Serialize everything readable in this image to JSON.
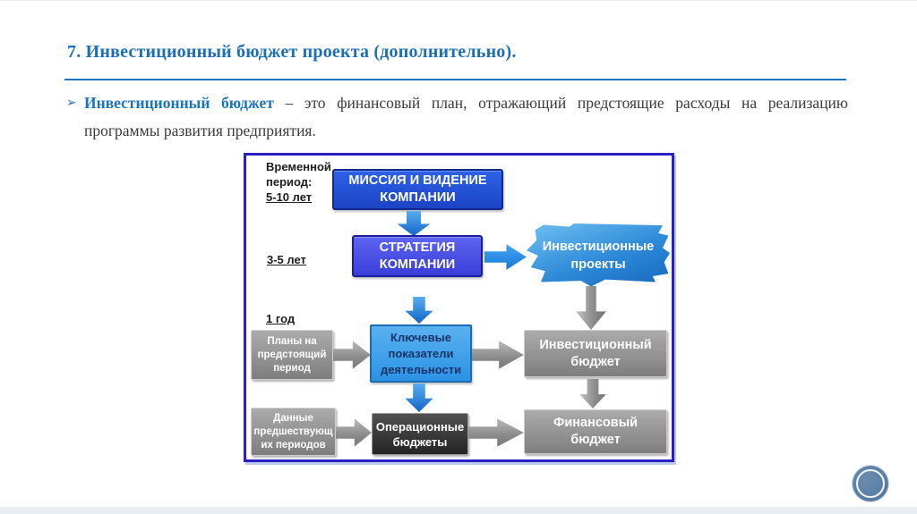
{
  "slide": {
    "title": "7. Инвестиционный бюджет проекта (дополнительно).",
    "bullet_glyph": "➢",
    "paragraph": {
      "term": "Инвестиционный бюджет",
      "rest": "– это финансовый план, отражающий предстоящие расходы на реализацию программы развития предприятия."
    }
  },
  "diagram": {
    "timeline": {
      "period_label": "Временной период:",
      "period_value": "5-10 лет",
      "mid_value": "3-5 лет",
      "year_value": "1 год"
    },
    "nodes": {
      "mission": "МИССИЯ И ВИДЕНИЕ КОМПАНИИ",
      "strategy": "СТРАТЕГИЯ КОМПАНИИ",
      "invest_projects": "Инвестиционные проекты",
      "plans": "Планы на предстоящий период",
      "kpi": "Ключевые показатели деятельности",
      "invest_budget": "Инвестиционный бюджет",
      "previous_data": "Данные предшествующ их периодов",
      "operational_budgets": "Операционные бюджеты",
      "financial_budget": "Финансовый бюджет"
    }
  },
  "colors": {
    "accent_blue": "#1b75bc",
    "diagram_border": "#2b1fc6",
    "node_blue": "#1c43c4",
    "node_indigo": "#393ed8",
    "node_lightblue": "#2b93e4",
    "node_grey": "#8d8d8d",
    "node_dark": "#2e2e2e",
    "badge_blue": "#5a7fa5"
  }
}
